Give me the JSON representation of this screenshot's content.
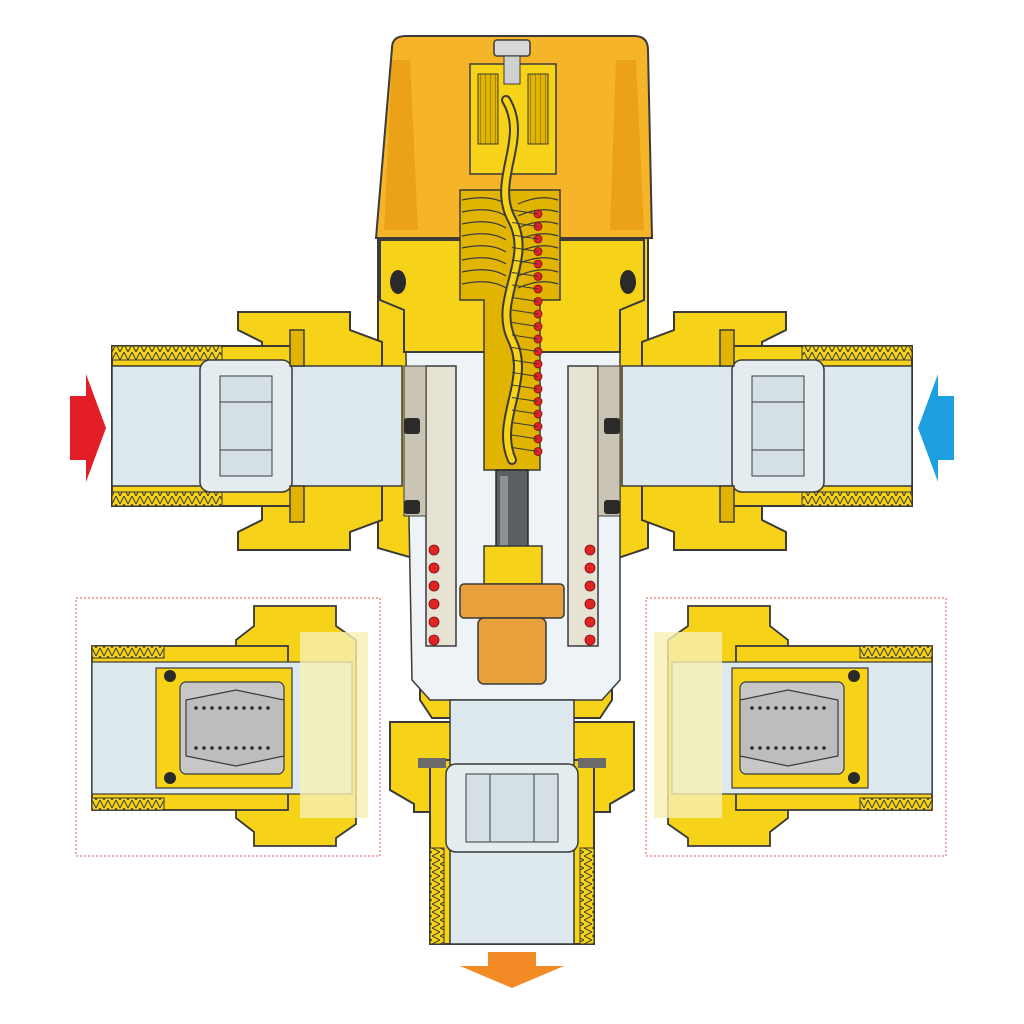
{
  "diagram": {
    "labels": [],
    "colors": {
      "brass": "#f6d318",
      "brass_dark": "#e0b400",
      "outline": "#3a3a3a",
      "water_fill": "#dde9ef",
      "water_light": "#edf3f6",
      "knob": "#f6b528",
      "knob_dark": "#e79a12",
      "spring_red": "#e02424",
      "sleeve": "#e6e2d4",
      "sleeve_dark": "#c9c4b4",
      "sensor": "#e8a13a",
      "hot_arrow": "#e41e26",
      "cold_arrow": "#1ea0e0",
      "mixed_arrow": "#f28a25",
      "inset_border": "#e55353",
      "checkvalve_grey": "#c8c8c8",
      "paper_yellow": "#f8f0b4"
    },
    "flows": [
      {
        "name": "hot-inlet",
        "direction": "right",
        "color_key": "hot_arrow"
      },
      {
        "name": "cold-inlet",
        "direction": "left",
        "color_key": "cold_arrow"
      },
      {
        "name": "mixed-outlet",
        "direction": "down",
        "color_key": "mixed_arrow"
      }
    ],
    "insets": [
      {
        "name": "check-valve-left-inset"
      },
      {
        "name": "check-valve-right-inset"
      }
    ]
  }
}
